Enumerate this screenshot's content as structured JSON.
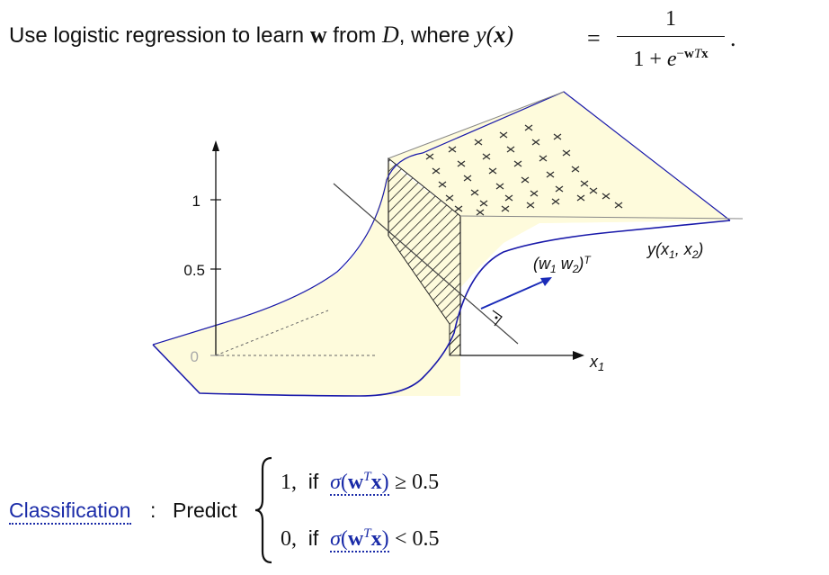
{
  "intro": {
    "prefix": "Use logistic regression to learn ",
    "w": "w",
    "middle": " from ",
    "D": "D",
    "suffix": ", where ",
    "y_of_x": "y(x)",
    "equals": "=",
    "fraction_numerator": "1",
    "fraction_denominator": "1 + e",
    "exponent": "−wTx",
    "period": "."
  },
  "diagram": {
    "y_tick_1": "1",
    "y_tick_half": "0.5",
    "y_tick_0": "0",
    "x_axis_label": "x1",
    "surface_label": "y(x1, x2)",
    "normal_label": "(w1 w2)T",
    "colors": {
      "surface_fill": "#fefbdc",
      "surface_edge": "#1a1aaa",
      "vector": "#1a2bb8",
      "axis": "#111111",
      "hatch": "#222222"
    }
  },
  "classification": {
    "label": "Classification",
    "colon": ":",
    "predict": "Predict",
    "case1": {
      "value": "1,",
      "if": "if",
      "relation": "≥ 0.5"
    },
    "case2": {
      "value": "0,",
      "if": "if",
      "relation": "< 0.5"
    },
    "sigma": "σ"
  }
}
